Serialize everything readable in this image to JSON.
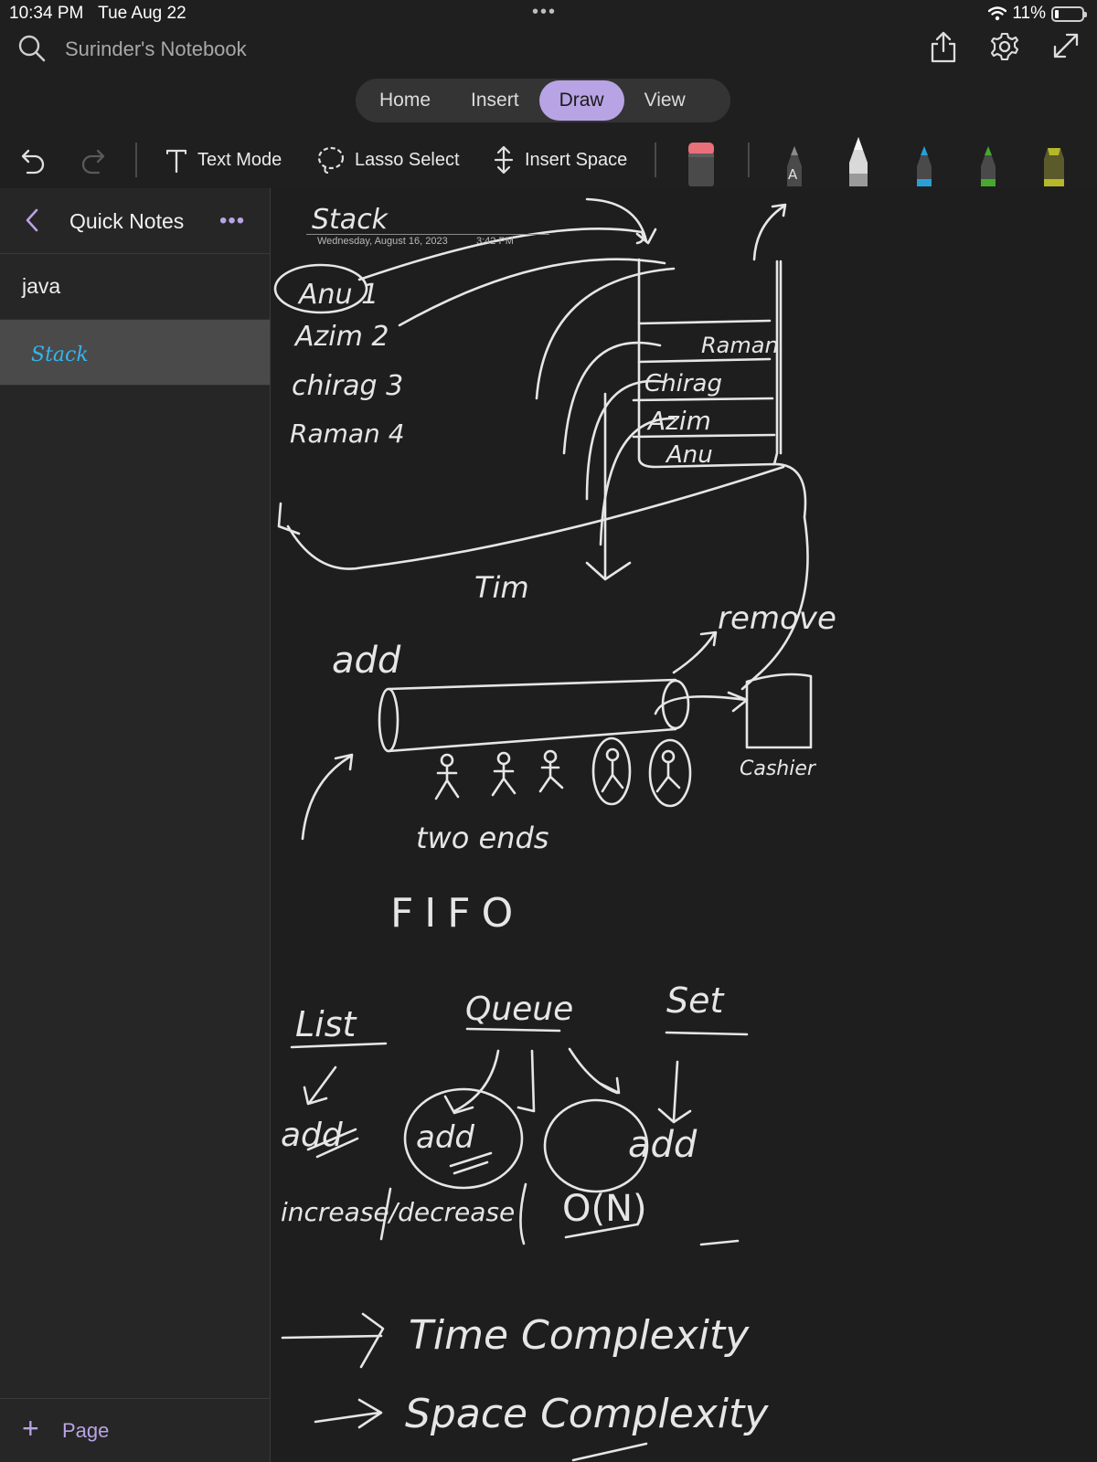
{
  "status_bar": {
    "time": "10:34 PM",
    "date": "Tue Aug 22",
    "battery": "11%",
    "battery_level": 0.11
  },
  "header": {
    "notebook_title": "Surinder's Notebook",
    "icons": [
      "search-icon",
      "share-icon",
      "settings-icon",
      "expand-icon"
    ]
  },
  "ribbon": {
    "tabs": [
      {
        "label": "Home",
        "active": false
      },
      {
        "label": "Insert",
        "active": false
      },
      {
        "label": "Draw",
        "active": true
      },
      {
        "label": "View",
        "active": false
      }
    ],
    "accent": "#b8a4e4"
  },
  "toolbar": {
    "text_mode": "Text Mode",
    "lasso_select": "Lasso Select",
    "insert_space": "Insert Space",
    "pens": [
      {
        "name": "eraser",
        "color": "#e8707a"
      },
      {
        "name": "pen-a",
        "color": "#6a6a6a"
      },
      {
        "name": "pen-white",
        "color": "#d8d8d8"
      },
      {
        "name": "pen-blue",
        "color": "#2a9fd6"
      },
      {
        "name": "pen-green",
        "color": "#46a82e"
      },
      {
        "name": "highlighter-yellow",
        "color": "#b5b82a"
      }
    ]
  },
  "sidebar": {
    "section_title": "Quick Notes",
    "pages": [
      {
        "label": "java",
        "selected": false
      },
      {
        "label": "Stack",
        "selected": true,
        "handwritten": true
      }
    ],
    "add_page": "Page"
  },
  "page": {
    "title": "Stack",
    "date": "Wednesday, August 16, 2023",
    "time": "3:42 PM",
    "ink_color": "#e6e6e6",
    "title_ink_color": "#1f7fa6",
    "handwriting": {
      "names": [
        "Anu 1",
        "Azim 2",
        "chirag 3",
        "Raman 4"
      ],
      "stack_items": [
        "Raman",
        "Chirag",
        "Azim",
        "Anu"
      ],
      "tim": "Tim",
      "add": "add",
      "remove": "remove",
      "cashier": "Cashier",
      "two_ends": "two ends",
      "fifo": "FIFO",
      "headings": [
        "List",
        "Queue",
        "Set"
      ],
      "list_add": "add",
      "queue_add": "add",
      "set_add": "add",
      "incr_decr": "increase/decrease",
      "big_o": "O(N)",
      "time_complexity": "Time Complexity",
      "space_complexity": "Space Complexity"
    }
  }
}
